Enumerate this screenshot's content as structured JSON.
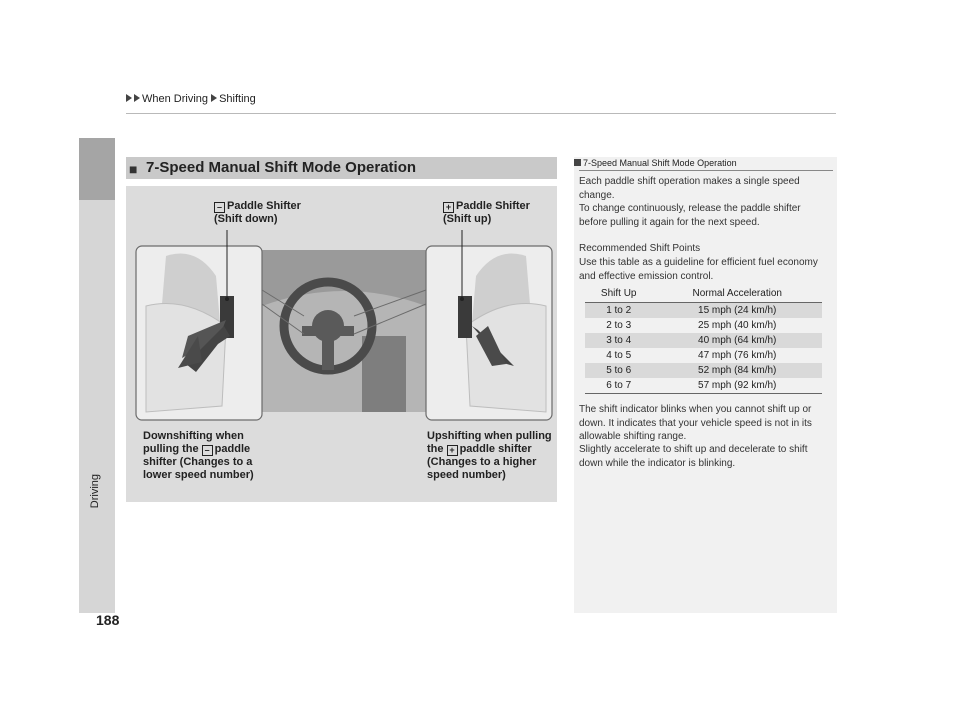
{
  "breadcrumb": [
    "When Driving",
    "Shifting"
  ],
  "side_tab": "Driving",
  "page_number": "188",
  "section": {
    "title": "7-Speed Manual Shift Mode Operation"
  },
  "figure": {
    "minus_label_l1": "Paddle Shifter",
    "minus_label_l2": "(Shift down)",
    "plus_label_l1": "Paddle Shifter",
    "plus_label_l2": "(Shift up)",
    "downshift_l1": "Downshifting when",
    "downshift_l2a": "pulling the",
    "downshift_l2b": "paddle",
    "downshift_l3": "shifter (Changes to a",
    "downshift_l4": "lower speed number)",
    "upshift_l1": "Upshifting when pulling",
    "upshift_l2a": "the",
    "upshift_l2b": "paddle shifter",
    "upshift_l3": "(Changes to a higher",
    "upshift_l4": "speed number)",
    "minus_key": "–",
    "plus_key": "+"
  },
  "aside": {
    "title": "7-Speed Manual Shift Mode Operation",
    "p1": "Each paddle shift operation makes a single speed change.",
    "p2": "To change continuously, release the paddle shifter before pulling it again for the next speed.",
    "p3a": "Recommended Shift Points",
    "p3b": "Use this table as a guideline for efficient fuel economy and effective emission control.",
    "table": {
      "headers": [
        "Shift Up",
        "Normal Acceleration"
      ],
      "rows": [
        [
          "1 to 2",
          "15 mph (24 km/h)"
        ],
        [
          "2 to 3",
          "25 mph (40 km/h)"
        ],
        [
          "3 to 4",
          "40 mph (64 km/h)"
        ],
        [
          "4 to 5",
          "47 mph (76 km/h)"
        ],
        [
          "5 to 6",
          "52 mph (84 km/h)"
        ],
        [
          "6 to 7",
          "57 mph (92 km/h)"
        ]
      ]
    },
    "p4": "The shift indicator blinks when you cannot shift up or down. It indicates that your vehicle speed is not in its allowable shifting range.",
    "p5": "Slightly accelerate to shift up and decelerate to shift down while the indicator is blinking."
  }
}
